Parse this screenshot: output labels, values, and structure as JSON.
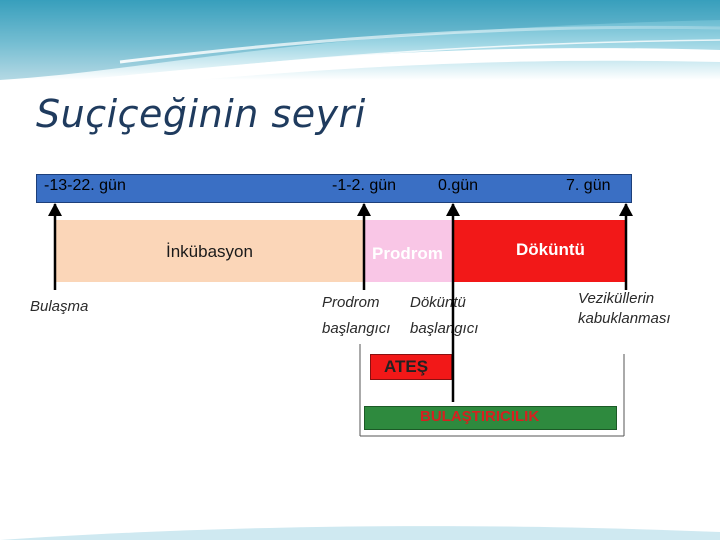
{
  "title": "Suçiçeğinin seyri",
  "timeline": {
    "day_minus_13_22": "-13-22. gün",
    "day_minus_1_2": "-1-2. gün",
    "day_0": "0.gün",
    "day_7": "7. gün"
  },
  "phases": {
    "incubation": "İnkübasyon",
    "prodrome": "Prodrom",
    "rash": "Döküntü"
  },
  "events": {
    "infection": "Bulaşma",
    "prodrome_start_line1": "Prodrom",
    "prodrome_start_line2": "başlangıcı",
    "rash_start_line1": "Döküntü",
    "rash_start_line2": "başlangıcı",
    "crusting_line1": "Veziküllerin",
    "crusting_line2": "kabuklanması"
  },
  "bars": {
    "fever": "ATEŞ",
    "contagiousness": "BULAŞTIRICILIK"
  },
  "colors": {
    "timeline": "#3a6fc4",
    "incubation": "#fbd6b8",
    "prodrome": "#f9c6e6",
    "rash": "#f21818",
    "fever": "#f21818",
    "contagiousness": "#2e8a3e",
    "title": "#1f3b5e"
  }
}
